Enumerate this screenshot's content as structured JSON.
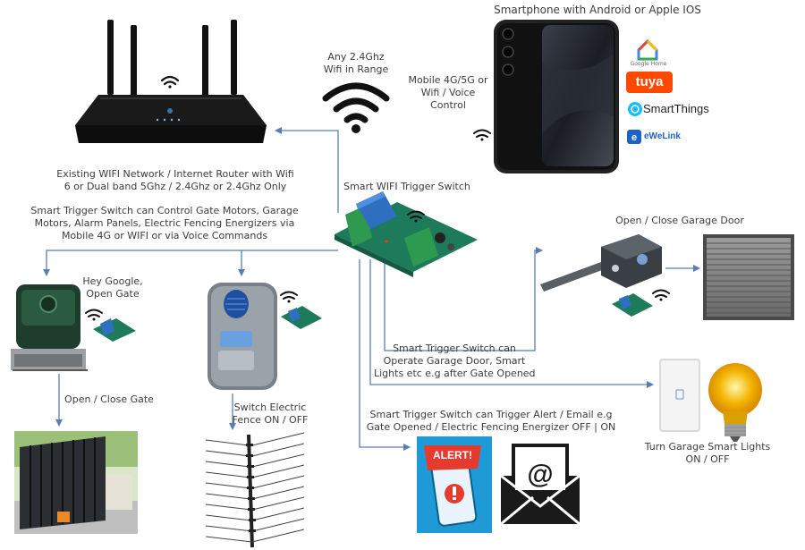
{
  "labels": {
    "smartphone_title": "Smartphone with Android or Apple IOS",
    "wifi_range": [
      "Any 2.4Ghz",
      "Wifi in Range"
    ],
    "mobile_connect": [
      "Mobile 4G/5G or",
      "Wifi / Voice",
      "Control"
    ],
    "router_caption": [
      "Existing WIFI Network / Internet Router with Wifi",
      "6 or Dual band 5Ghz / 2.4Ghz or 2.4Ghz Only"
    ],
    "trigger_switch_title": "Smart WIFI Trigger Switch",
    "control_caption": [
      "Smart Trigger Switch can Control Gate Motors, Garage",
      "Motors, Alarm Panels, Electric Fencing Energizers via",
      "Mobile 4G or WIFI or via Voice Commands"
    ],
    "hey_google": [
      "Hey Google,",
      "Open Gate"
    ],
    "open_close_gate": "Open / Close Gate",
    "switch_fence": [
      "Switch Electric",
      "Fence ON / OFF"
    ],
    "garage_door_title": "Open / Close Garage Door",
    "garage_operate": [
      "Smart Trigger Switch can",
      "Operate Garage Door, Smart",
      "Lights etc e.g after Gate Opened"
    ],
    "alert_caption": [
      "Smart Trigger Switch can Trigger Alert / Email e.g",
      "Gate Opened / Electric Fencing Energizer OFF | ON"
    ],
    "garage_lights": [
      "Turn Garage Smart Lights",
      "ON / OFF"
    ],
    "alert_badge": "ALERT!"
  },
  "apps": {
    "google_home": "Google Home",
    "tuya": "tuya",
    "smartthings": "SmartThings",
    "ewelink": "eWeLink"
  },
  "colors": {
    "arrow": "#5b7db5",
    "tuya": "#ff4800",
    "smartthings": "#15bfff",
    "ewelink": "#1b63c9",
    "alert_bg": "#1e9bd7",
    "relay_board": "#1d7a5a",
    "relay_block": "#2f6fbf"
  }
}
